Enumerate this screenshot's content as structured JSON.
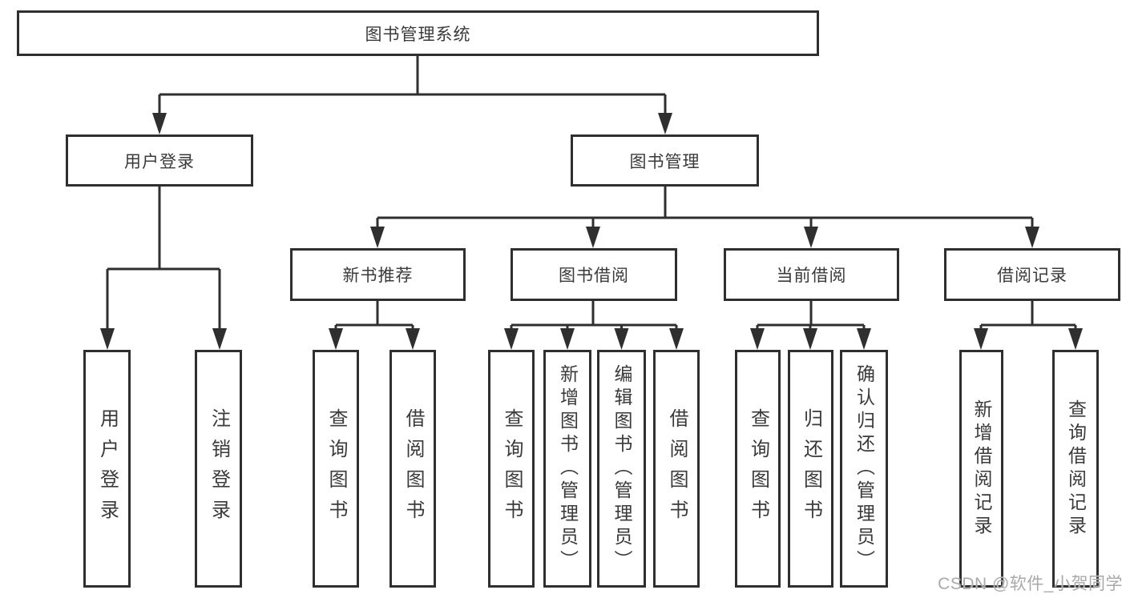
{
  "tree": {
    "root": "图书管理系统",
    "children": [
      {
        "label": "用户登录",
        "children": [
          "用户登录",
          "注销登录"
        ]
      },
      {
        "label": "图书管理",
        "children": [
          {
            "label": "新书推荐",
            "children": [
              "查询图书",
              "借阅图书"
            ]
          },
          {
            "label": "图书借阅",
            "children": [
              "查询图书",
              "新增图书（管理员）",
              "编辑图书（管理员）",
              "借阅图书"
            ]
          },
          {
            "label": "当前借阅",
            "children": [
              "查询图书",
              "归还图书",
              "确认归还（管理员）"
            ]
          },
          {
            "label": "借阅记录",
            "children": [
              "新增借阅记录",
              "查询借阅记录"
            ]
          }
        ]
      }
    ]
  },
  "colors": {
    "line": "#2f2f2f",
    "text": "#3a3a3a",
    "watermark": "#a9a9a9",
    "background": "#ffffff"
  },
  "watermark": {
    "text": "CSDN @软件_小贺同学"
  }
}
